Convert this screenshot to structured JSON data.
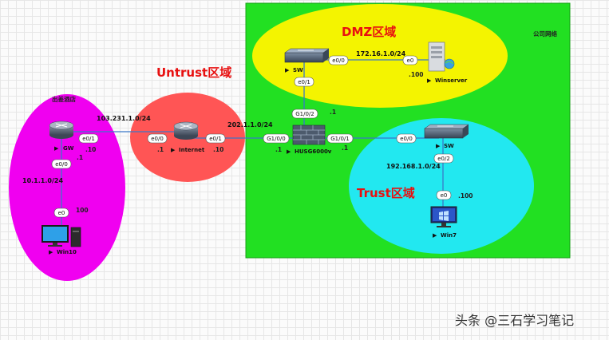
{
  "zones": {
    "dmz": "DMZ区域",
    "untrust": "Untrust区域",
    "trust": "Trust区域",
    "company": "公司网络",
    "hotel": "出差酒店"
  },
  "devices": {
    "gw": "GW",
    "internet": "Internet",
    "fw": "HUSG6000v",
    "sw_dmz": "SW",
    "sw_trust": "SW",
    "winserver": "Winserver",
    "win7": "Win7",
    "win10": "Win10"
  },
  "ports": {
    "gw_e01": "e0/1",
    "gw_e00": "e0/0",
    "win10_e0": "e0",
    "inet_e00": "e0/0",
    "inet_e01": "e0/1",
    "fw_g100": "G1/0/0",
    "fw_g102": "G1/0/2",
    "fw_g101": "G1/0/1",
    "swdmz_e01": "e0/1",
    "swdmz_e00": "e0/0",
    "winserver_e0": "e0",
    "swtrust_e00": "e0/0",
    "swtrust_e02": "e0/2",
    "win7_e0": "e0"
  },
  "networks": {
    "hotel_lan": "10.1.1.0/24",
    "hotel_wan": "103.231.1.0/24",
    "isp": "202.1.1.0/24",
    "dmz": "172.16.1.0/24",
    "trust": "192.168.1.0/24"
  },
  "hosts": {
    "gw_lan": ".1",
    "gw_wan": ".10",
    "inet_left": ".1",
    "inet_right": ".10",
    "fw_g100": ".1",
    "fw_g102": ".1",
    "fw_g101": ".1",
    "win10": "100",
    "winserver": ".100",
    "win7": ".100"
  },
  "watermark": "头条 @三石学习笔记",
  "colors": {
    "company_bg": "#22e022",
    "dmz": "#f4f400",
    "untrust": "#ff5555",
    "trust": "#22e8f0",
    "hotel": "#f000f0",
    "zone_label_red": "#e81010",
    "link": "#3a78c8"
  }
}
